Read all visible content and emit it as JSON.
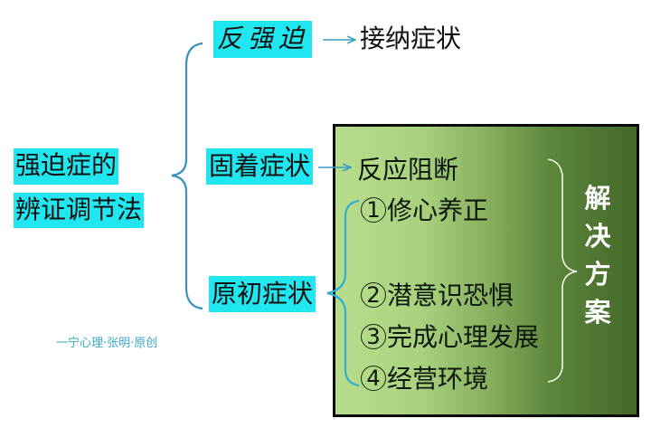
{
  "title": {
    "line1": "强迫症的",
    "line2": "辨证调节法"
  },
  "branches": [
    {
      "label": "反强迫",
      "target": "接纳症状"
    },
    {
      "label": "固着症状",
      "target": "反应阻断"
    },
    {
      "label": "原初症状",
      "targets": [
        "修心养正",
        "潜意识恐惧",
        "完成心理发展",
        "经营环境"
      ]
    }
  ],
  "solution_box": {
    "first_item": "反应阻断",
    "numbered_items": [
      {
        "num": "1",
        "text": "修心养正"
      },
      {
        "num": "2",
        "text": "潜意识恐惧"
      },
      {
        "num": "3",
        "text": "完成心理发展"
      },
      {
        "num": "4",
        "text": "经营环境"
      }
    ],
    "label_chars": [
      "解",
      "决",
      "方",
      "案"
    ]
  },
  "watermark": "一宁心理·张明·原创",
  "colors": {
    "highlight": "#1fe6ef",
    "connector": "#3a9fc9",
    "box_gradient_start": "#b6dd8b",
    "box_gradient_end": "#44682a",
    "box_border": "#0b0b0b",
    "solution_text": "#ffffff"
  }
}
